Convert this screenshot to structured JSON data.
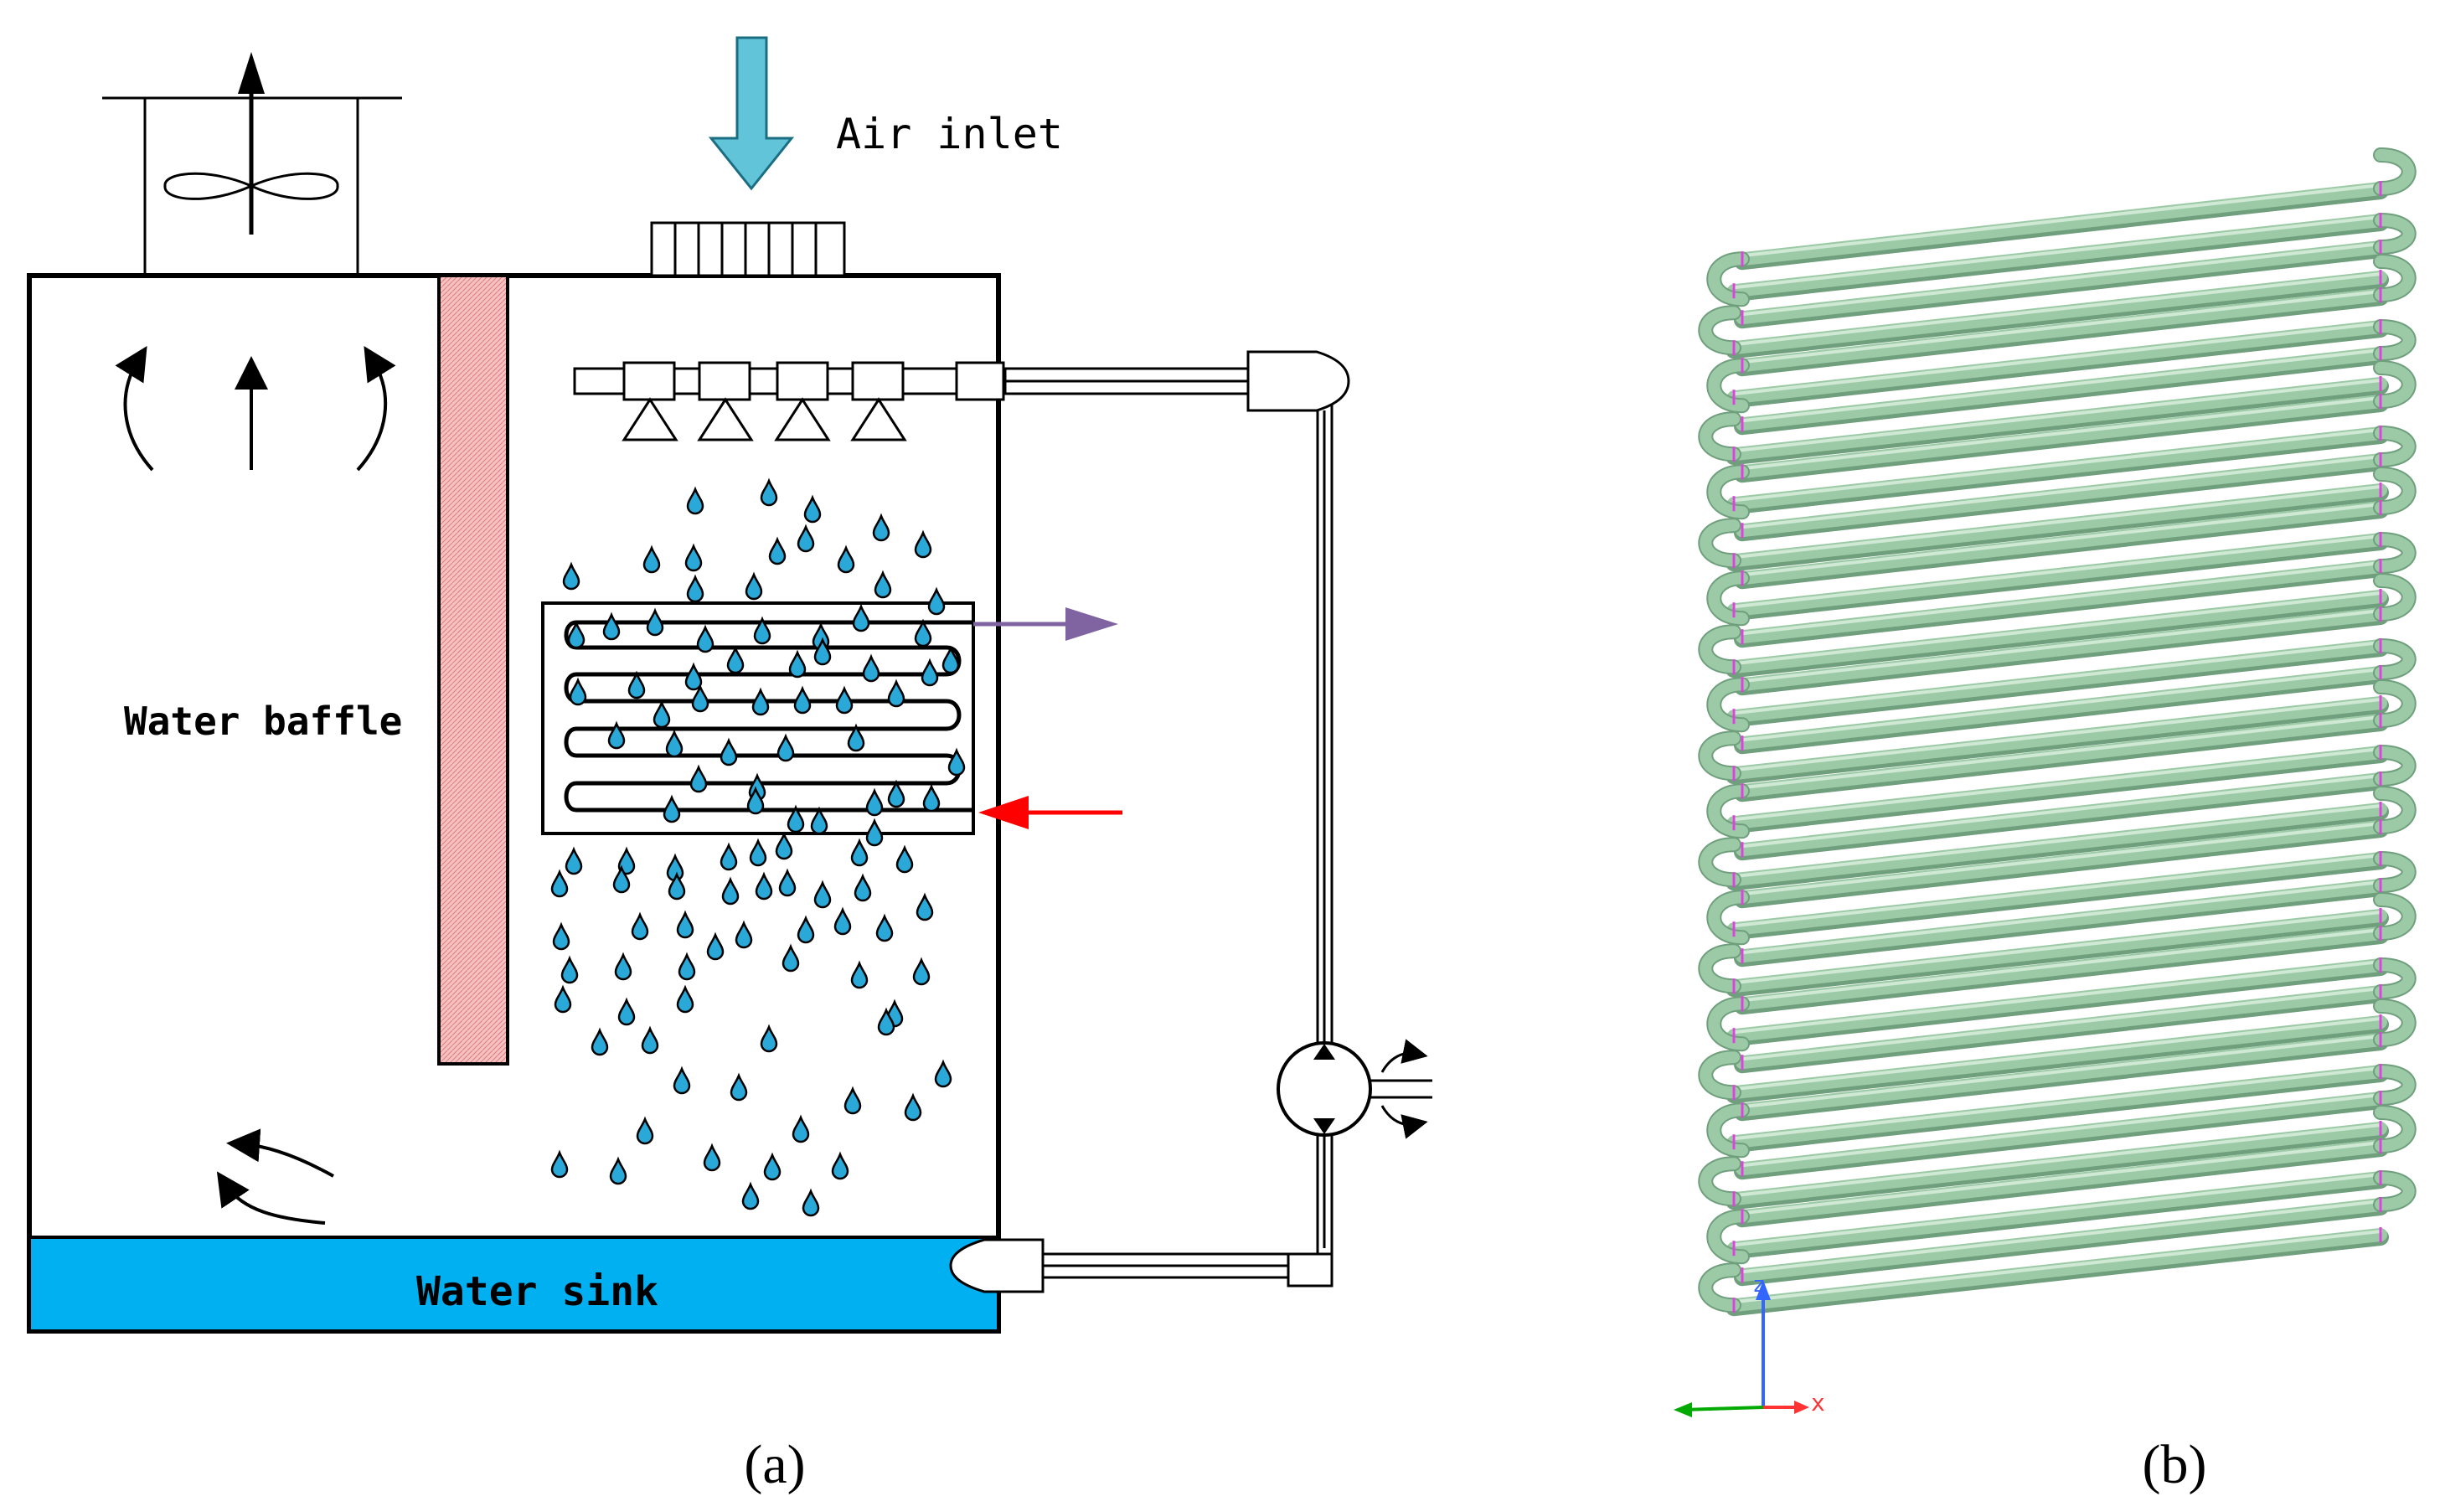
{
  "panel_a": {
    "caption": "(a)",
    "labels": {
      "air_inlet": "Air inlet",
      "water_baffle": "Water baffle",
      "water_sink": "Water sink"
    }
  },
  "panel_b": {
    "caption": "(b)",
    "axis_labels": {
      "x": "x",
      "z": "z"
    },
    "coil_loops": 10
  },
  "colors": {
    "line": "#000000",
    "water_sink": "#00b0f0",
    "droplet": "#2aa8d8",
    "air_inlet_arrow": "#62c4d8",
    "baffle": "#f4c2c2",
    "outlet_arrow": "#8064a2",
    "inlet_arrow": "#ff0000",
    "tube": "#9ccaa6",
    "tube_shade": "#6f9f7c",
    "tube_joint": "#dd44dd",
    "axis_x": "#ff3333",
    "axis_y": "#00aa00",
    "axis_z": "#3366ff"
  }
}
